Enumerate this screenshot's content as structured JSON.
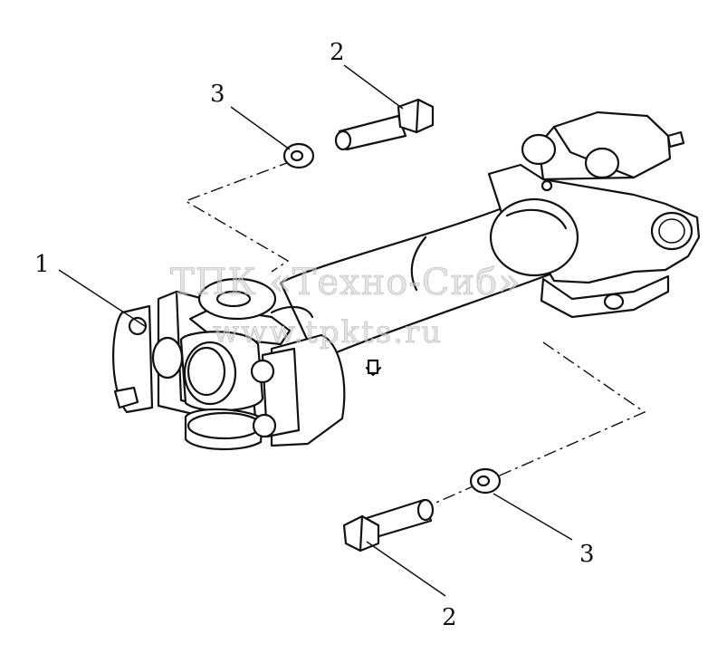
{
  "diagram": {
    "callouts": [
      {
        "id": "c1",
        "label": "1"
      },
      {
        "id": "c2a",
        "label": "2"
      },
      {
        "id": "c3a",
        "label": "3"
      },
      {
        "id": "c3b",
        "label": "3"
      },
      {
        "id": "c2b",
        "label": "2"
      }
    ],
    "watermark": {
      "line1": "ТПК «Техно-Сиб»",
      "line2": "www.tpkts.ru"
    }
  }
}
